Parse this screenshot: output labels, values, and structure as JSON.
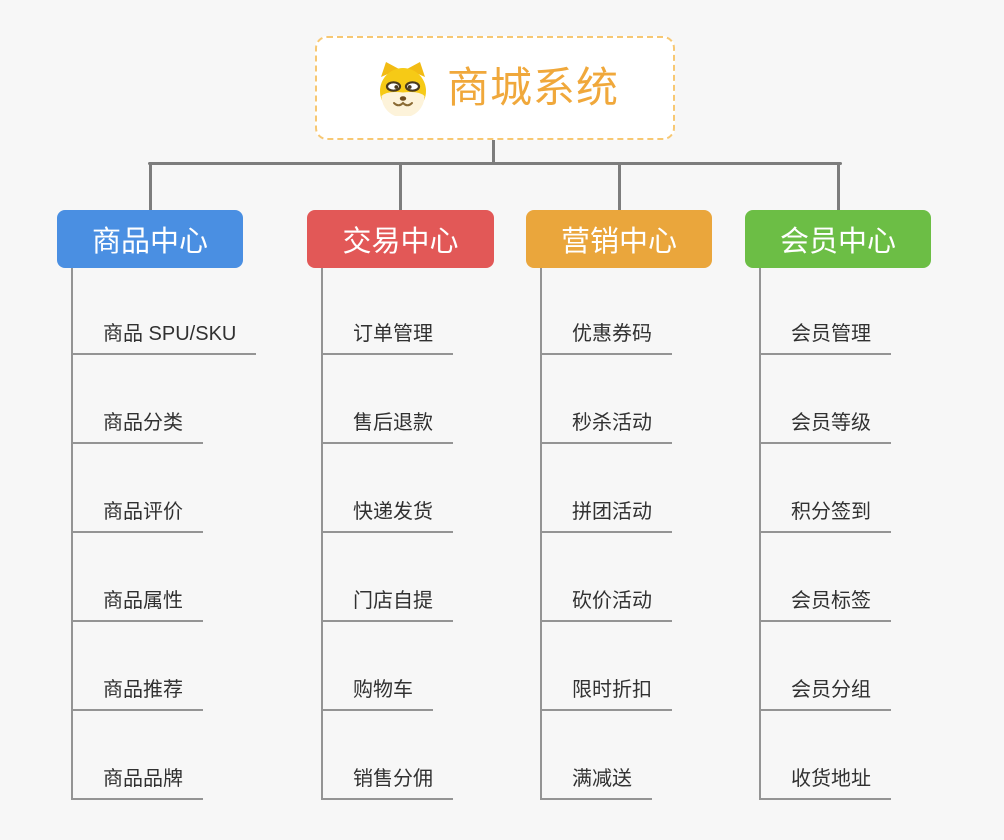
{
  "root": {
    "title": "商城系统",
    "icon": "shiba-dog-icon"
  },
  "branches": [
    {
      "label": "商品中心",
      "color": "#4a8fe2",
      "children": [
        "商品 SPU/SKU",
        "商品分类",
        "商品评价",
        "商品属性",
        "商品推荐",
        "商品品牌"
      ]
    },
    {
      "label": "交易中心",
      "color": "#e25857",
      "children": [
        "订单管理",
        "售后退款",
        "快递发货",
        "门店自提",
        "购物车",
        "销售分佣"
      ]
    },
    {
      "label": "营销中心",
      "color": "#eaa63c",
      "children": [
        "优惠券码",
        "秒杀活动",
        "拼团活动",
        "砍价活动",
        "限时折扣",
        "满减送"
      ]
    },
    {
      "label": "会员中心",
      "color": "#6cbe45",
      "children": [
        "会员管理",
        "会员等级",
        "积分签到",
        "会员标签",
        "会员分组",
        "收货地址"
      ]
    }
  ],
  "theme": {
    "background": "#f7f7f7",
    "connector_color": "#7d7d7d",
    "leaf_line_color": "#949494",
    "leaf_text_color": "#313131",
    "root_text_color": "#f0a83b",
    "root_border_color": "#f7c873"
  }
}
